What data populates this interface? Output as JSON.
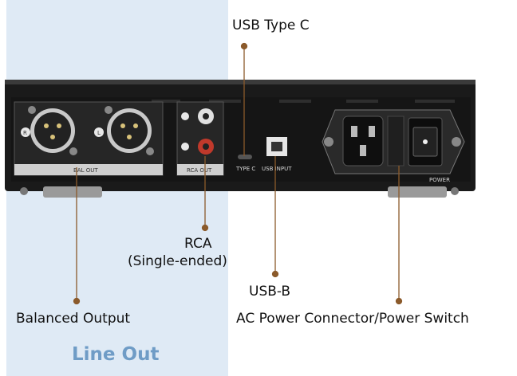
{
  "labels": {
    "usb_type_c": "USB Type C",
    "rca": "RCA",
    "rca_sub": "(Single-ended)",
    "usb_b": "USB-B",
    "balanced_output": "Balanced Output",
    "ac_power": "AC Power Connector/Power Switch",
    "line_out": "Line Out"
  },
  "device": {
    "bal_out": "BAL OUT",
    "rca_out": "RCA OUT",
    "type_c": "TYPE C",
    "usb_input": "USB INPUT",
    "power": "POWER",
    "left_mark": "L",
    "right_mark": "R"
  },
  "colors": {
    "accent_line": "#8b5a2b",
    "line_out_text": "#6f9cc6",
    "highlight": "#dce9f5"
  }
}
